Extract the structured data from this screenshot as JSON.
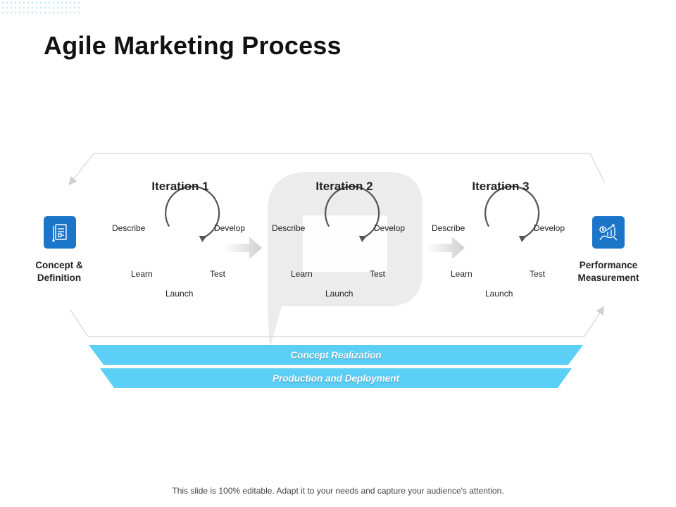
{
  "slide": {
    "title": "Agile Marketing Process",
    "footer": "This slide is 100% editable. Adapt it to your needs and capture your audience's attention."
  },
  "left_node": {
    "label_line1": "Concept &",
    "label_line2": "Definition",
    "icon": "document-checklist-icon"
  },
  "right_node": {
    "label_line1": "Performance",
    "label_line2": "Measurement",
    "icon": "growth-chart-icon"
  },
  "iterations": [
    {
      "title": "Iteration 1",
      "describe": "Describe",
      "develop": "Develop",
      "learn": "Learn",
      "test": "Test",
      "launch": "Launch"
    },
    {
      "title": "Iteration 2",
      "describe": "Describe",
      "develop": "Develop",
      "learn": "Learn",
      "test": "Test",
      "launch": "Launch"
    },
    {
      "title": "Iteration 3",
      "describe": "Describe",
      "develop": "Develop",
      "learn": "Learn",
      "test": "Test",
      "launch": "Launch"
    }
  ],
  "bands": [
    {
      "label": "Concept Realization"
    },
    {
      "label": "Production and Deployment"
    }
  ],
  "colors": {
    "accent_blue": "#1b75c9",
    "band_cyan": "#5ccff7",
    "cycle_gray": "#555555"
  }
}
